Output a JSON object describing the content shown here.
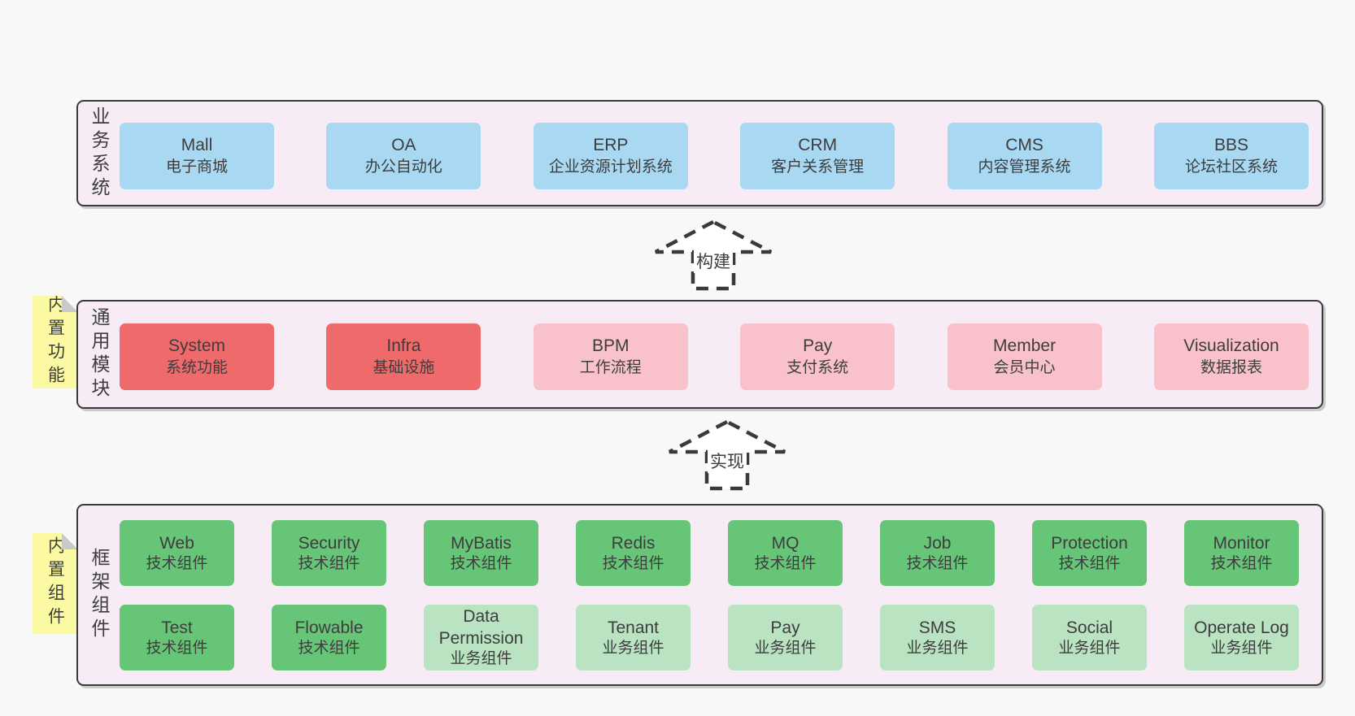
{
  "colors": {
    "page_bg": "#f8f8f8",
    "band_bg": "#f7ecf5",
    "band_border": "#3a3a3a",
    "blue_box": "#a8d8f2",
    "red_box": "#ee6a6b",
    "pink_box": "#f9c2cb",
    "green_box": "#67c578",
    "light_green_box": "#bae3c2",
    "sticky_note": "#fbf9a1",
    "text": "#3d3d3d"
  },
  "arrows": [
    {
      "label": "构建"
    },
    {
      "label": "实现"
    }
  ],
  "stickies": [
    {
      "label": "内置功能"
    },
    {
      "label": "内置组件"
    }
  ],
  "bands": [
    {
      "label": "业务系统",
      "items": [
        {
          "name": "Mall",
          "desc": "电子商城"
        },
        {
          "name": "OA",
          "desc": "办公自动化"
        },
        {
          "name": "ERP",
          "desc": "企业资源计划系统"
        },
        {
          "name": "CRM",
          "desc": "客户关系管理"
        },
        {
          "name": "CMS",
          "desc": "内容管理系统"
        },
        {
          "name": "BBS",
          "desc": "论坛社区系统"
        }
      ]
    },
    {
      "label": "通用模块",
      "items": [
        {
          "name": "System",
          "desc": "系统功能"
        },
        {
          "name": "Infra",
          "desc": "基础设施"
        },
        {
          "name": "BPM",
          "desc": "工作流程"
        },
        {
          "name": "Pay",
          "desc": "支付系统"
        },
        {
          "name": "Member",
          "desc": "会员中心"
        },
        {
          "name": "Visualization",
          "desc": "数据报表"
        }
      ]
    },
    {
      "label": "框架组件",
      "rows": [
        [
          {
            "name": "Web",
            "desc": "技术组件"
          },
          {
            "name": "Security",
            "desc": "技术组件"
          },
          {
            "name": "MyBatis",
            "desc": "技术组件"
          },
          {
            "name": "Redis",
            "desc": "技术组件"
          },
          {
            "name": "MQ",
            "desc": "技术组件"
          },
          {
            "name": "Job",
            "desc": "技术组件"
          },
          {
            "name": "Protection",
            "desc": "技术组件"
          },
          {
            "name": "Monitor",
            "desc": "技术组件"
          }
        ],
        [
          {
            "name": "Test",
            "desc": "技术组件"
          },
          {
            "name": "Flowable",
            "desc": "技术组件"
          },
          {
            "name": "Data Permission",
            "desc": "业务组件"
          },
          {
            "name": "Tenant",
            "desc": "业务组件"
          },
          {
            "name": "Pay",
            "desc": "业务组件"
          },
          {
            "name": "SMS",
            "desc": "业务组件"
          },
          {
            "name": "Social",
            "desc": "业务组件"
          },
          {
            "name": "Operate Log",
            "desc": "业务组件"
          }
        ]
      ]
    }
  ]
}
